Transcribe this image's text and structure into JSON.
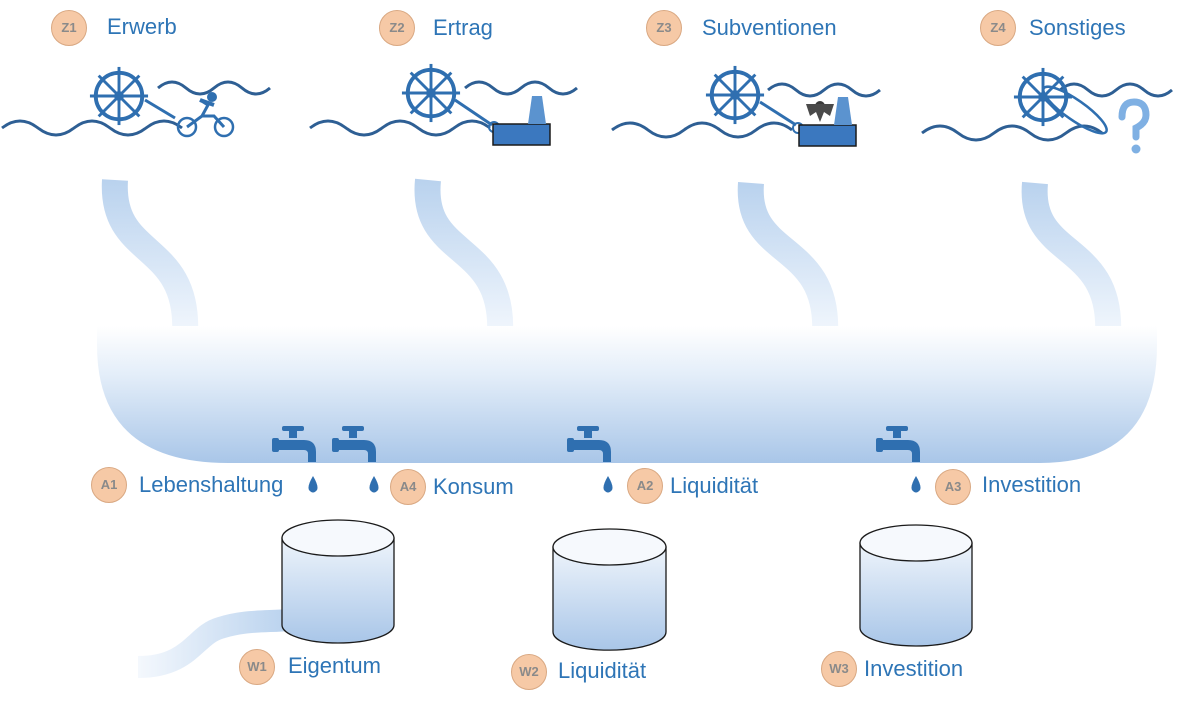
{
  "sources": [
    {
      "code": "Z1",
      "label": "Erwerb",
      "icon": "cyclist-icon"
    },
    {
      "code": "Z2",
      "label": "Ertrag",
      "icon": "factory-icon"
    },
    {
      "code": "Z3",
      "label": "Subventionen",
      "icon": "federal-eagle-icon"
    },
    {
      "code": "Z4",
      "label": "Sonstiges",
      "icon": "question-mark-icon"
    }
  ],
  "outflows": [
    {
      "code": "A1",
      "label": "Lebenshaltung"
    },
    {
      "code": "A4",
      "label": "Konsum"
    },
    {
      "code": "A2",
      "label": "Liquidität"
    },
    {
      "code": "A3",
      "label": "Investition"
    }
  ],
  "stores": [
    {
      "code": "W1",
      "label": "Eigentum"
    },
    {
      "code": "W2",
      "label": "Liquidität"
    },
    {
      "code": "W3",
      "label": "Investition"
    }
  ],
  "colors": {
    "accent": "#2e75b6",
    "badge_fill": "#f6c9a6",
    "badge_text": "#8a8a8a",
    "water_light": "#e9f1fa",
    "water_mid": "#b4cfec",
    "icon_blue": "#2f6fb0"
  }
}
